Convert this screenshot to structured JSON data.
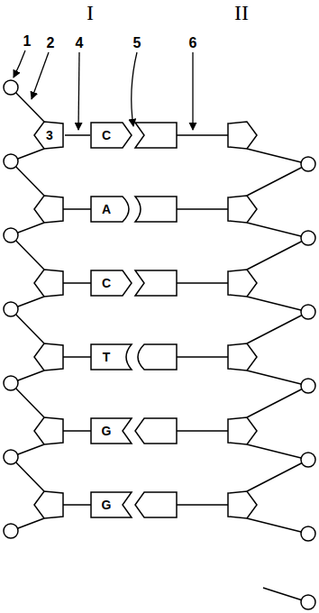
{
  "diagram": {
    "nodes": [
      {
        "text": [
          "3"
        ]
      },
      {
        "text": [
          "C"
        ]
      },
      {
        "text": [
          "A"
        ]
      },
      {
        "text": [
          "C"
        ]
      },
      {
        "text": [
          "T"
        ]
      },
      {
        "text": [
          "G"
        ]
      },
      {
        "text": [
          "G"
        ]
      }
    ],
    "edges": [
      {
        "from": 0,
        "to": 1,
        "arrow": "none"
      }
    ],
    "labels": [
      "I",
      "II",
      "1",
      "2",
      "4",
      "5",
      "6"
    ]
  }
}
